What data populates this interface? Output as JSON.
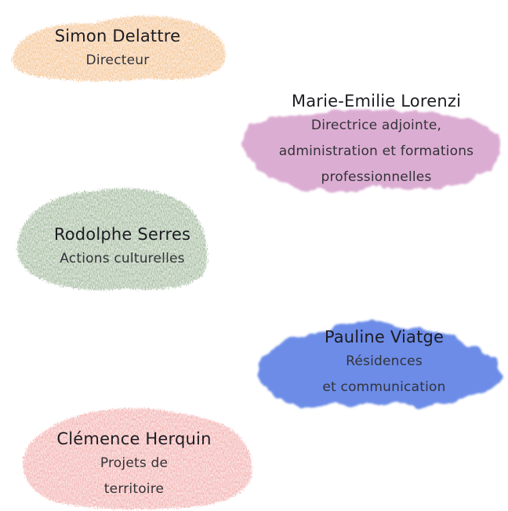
{
  "people": [
    {
      "id": "simon",
      "name": "Simon Delattre",
      "role_lines": [
        "Directeur"
      ],
      "color": "#f2ae3a"
    },
    {
      "id": "marie",
      "name": "Marie-Emilie Lorenzi",
      "role_lines": [
        "Directrice adjointe,",
        "administration et formations",
        "professionnelles"
      ],
      "color": "#d9a6cf"
    },
    {
      "id": "rodolphe",
      "name": "Rodolphe Serres",
      "role_lines": [
        "Actions culturelles"
      ],
      "color": "#6f9e63"
    },
    {
      "id": "pauline",
      "name": "Pauline Viatge",
      "role_lines": [
        "Résidences",
        "et communication"
      ],
      "color": "#5f82e6"
    },
    {
      "id": "clemence",
      "name": "Clémence Herquin",
      "role_lines": [
        "Projets de",
        "territoire"
      ],
      "color": "#f08a88"
    }
  ]
}
